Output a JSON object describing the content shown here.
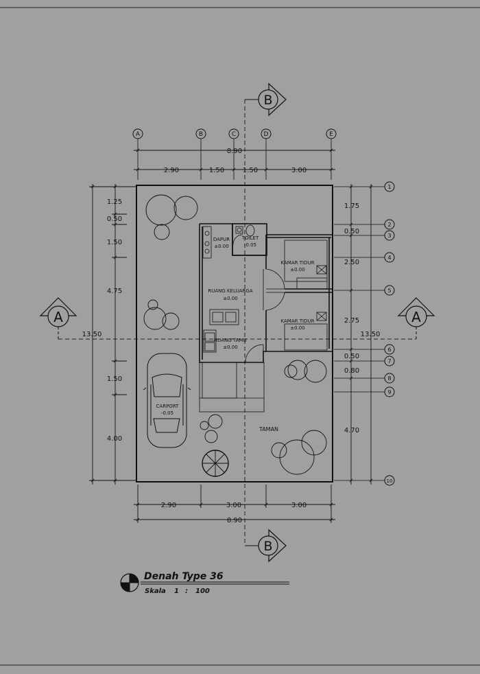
{
  "title": {
    "main": "Denah Type 36",
    "scale_label": "Skala",
    "scale_num": "1",
    "scale_sep": ":",
    "scale_den": "100"
  },
  "grid": {
    "cols": [
      "A",
      "B",
      "C",
      "D",
      "E"
    ],
    "rows": [
      "1",
      "2",
      "3",
      "4",
      "5",
      "6",
      "7",
      "8",
      "9",
      "10"
    ]
  },
  "dims": {
    "top_total": "8.90",
    "top_parts": [
      "2.90",
      "1.50",
      "1.50",
      "3.00"
    ],
    "bottom_parts": [
      "2.90",
      "3.00",
      "3.00"
    ],
    "bottom_total": "8.90",
    "left_parts": [
      "1.25",
      "0.50",
      "1.50",
      "4.75",
      "1.50",
      "4.00"
    ],
    "left_total": "13.50",
    "right_parts": [
      "1.75",
      "0.50",
      "2.50",
      "2.75",
      "0.50",
      "0.80",
      "4.70"
    ],
    "right_total": "13.50"
  },
  "rooms": {
    "dapur": "DAPUR",
    "dapur_lvl": "±0.00",
    "toilet": "TOILET",
    "toilet_lvl": "-0.05",
    "kamar1": "KAMAR TIDUR",
    "kamar1_lvl": "±0.00",
    "kamar2": "KAMAR TIDUR",
    "kamar2_lvl": "±0.00",
    "keluarga": "RUANG KELUARGA",
    "keluarga_lvl": "±0.00",
    "tamu": "RUANG TAMU",
    "tamu_lvl": "±0.00",
    "carport": "CARPORT",
    "carport_lvl": "-0.05",
    "taman": "TAMAN"
  },
  "sections": {
    "a": "A",
    "b": "B"
  },
  "colors": {
    "background": "#a0a0a0",
    "line": "#111111"
  }
}
